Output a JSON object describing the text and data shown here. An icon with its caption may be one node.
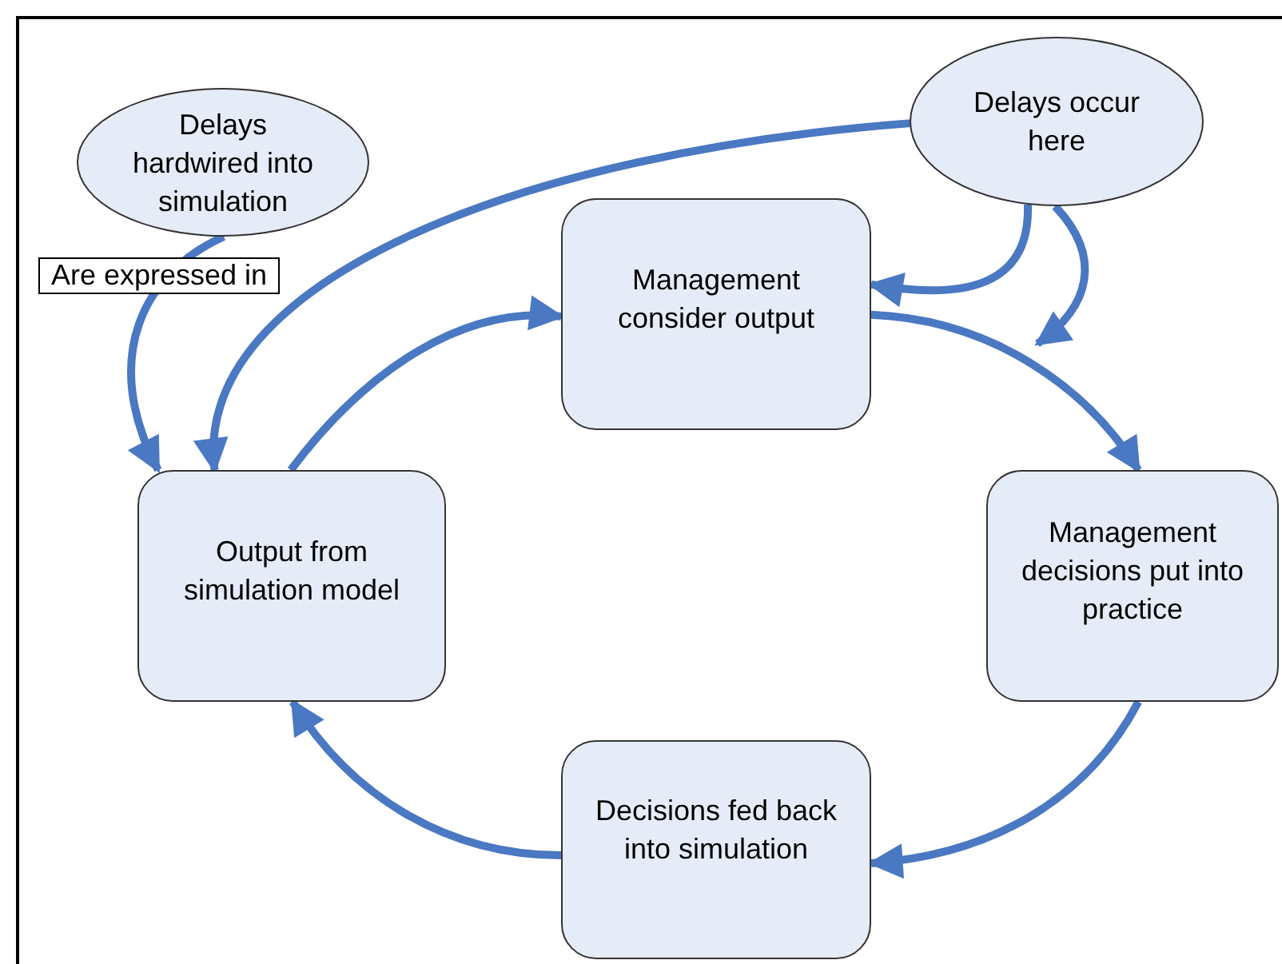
{
  "diagram": {
    "nodes": [
      {
        "text": [
          "Delays hardwired into simulation"
        ]
      },
      {
        "text": [
          "Delays occur here"
        ]
      },
      {
        "text": [
          "Management consider output"
        ]
      },
      {
        "text": [
          "Management decisions put into practice"
        ]
      },
      {
        "text": [
          "Decisions fed back into simulation"
        ]
      },
      {
        "text": [
          "Output from simulation model"
        ]
      }
    ],
    "edges": [
      {
        "from": 0,
        "to": 5,
        "arrow": "to",
        "label": "Are expressed in"
      },
      {
        "from": 1,
        "to": 5,
        "arrow": "to"
      },
      {
        "from": 1,
        "to": 2,
        "arrow": "to"
      },
      {
        "from": 1,
        "to": null,
        "arrow": "to"
      },
      {
        "from": 5,
        "to": 2,
        "arrow": "to"
      },
      {
        "from": 2,
        "to": 3,
        "arrow": "to"
      },
      {
        "from": 3,
        "to": 4,
        "arrow": "to"
      },
      {
        "from": 4,
        "to": 5,
        "arrow": "to"
      }
    ]
  }
}
